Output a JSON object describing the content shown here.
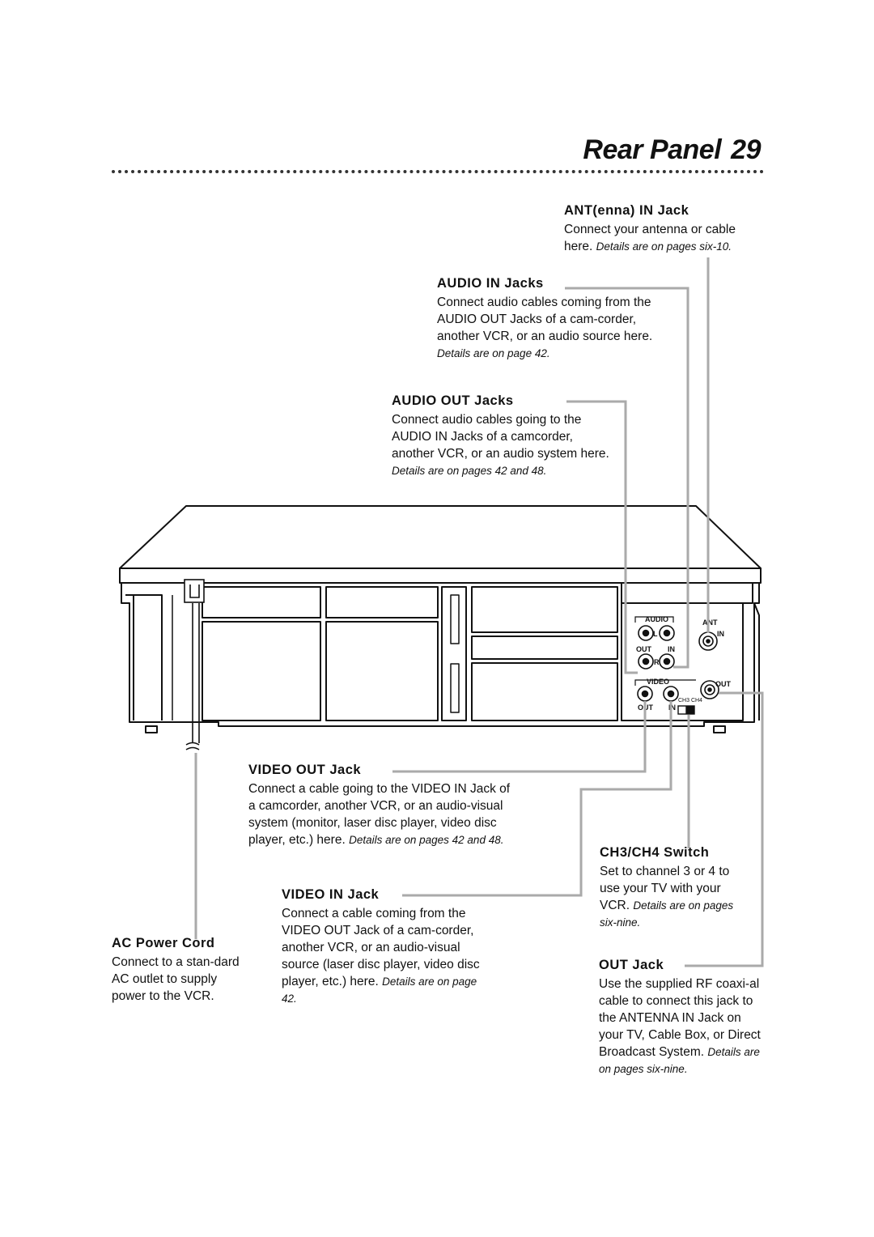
{
  "page": {
    "title": "Rear Panel",
    "number": "29"
  },
  "callouts": {
    "ant_in": {
      "heading": "ANT(enna) IN Jack",
      "body": "Connect your antenna or cable here.",
      "ref": "Details are on pages six-10."
    },
    "audio_in": {
      "heading": "AUDIO IN Jacks",
      "body": "Connect audio cables coming from the AUDIO OUT Jacks of a cam-corder, another VCR, or an audio source here.",
      "ref": "Details are on page 42."
    },
    "audio_out": {
      "heading": "AUDIO OUT Jacks",
      "body": "Connect audio cables going to the AUDIO IN Jacks of a camcorder, another VCR, or an audio system here.",
      "ref": "Details are on pages 42 and 48."
    },
    "video_out": {
      "heading": "VIDEO OUT Jack",
      "body": "Connect a cable going to the VIDEO IN Jack of a camcorder, another VCR, or an audio-visual system (monitor, laser disc player, video disc player, etc.) here.",
      "ref": "Details are on pages 42 and 48."
    },
    "video_in": {
      "heading": "VIDEO IN Jack",
      "body": "Connect a cable coming from the VIDEO OUT Jack of a cam-corder, another VCR, or an audio-visual source (laser disc player, video disc player, etc.) here.",
      "ref": "Details are on page 42."
    },
    "ch_switch": {
      "heading": "CH3/CH4 Switch",
      "body": "Set to channel 3 or 4 to use your TV with your VCR.",
      "ref": "Details are on pages six-nine."
    },
    "out_jack": {
      "heading": "OUT Jack",
      "body": "Use the supplied RF coaxi-al cable to connect this jack to the ANTENNA IN Jack on your TV, Cable Box, or Direct Broadcast System.",
      "ref": "Details are on pages six-nine."
    },
    "ac_cord": {
      "heading": "AC Power Cord",
      "body": "Connect to a stan-dard AC outlet to supply power to the VCR."
    }
  },
  "panel_labels": {
    "audio": "AUDIO",
    "l": "L",
    "r": "R",
    "out": "OUT",
    "in": "IN",
    "video": "VIDEO",
    "ant": "ANT",
    "ant_in": "IN",
    "rf_out": "OUT",
    "ch": "CH3 CH4",
    "video_out": "OUT",
    "video_in": "IN"
  }
}
